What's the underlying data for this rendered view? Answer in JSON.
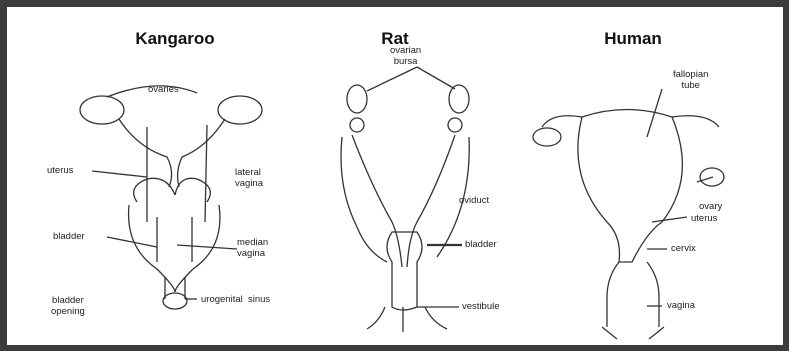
{
  "panels": {
    "kangaroo": {
      "title": "Kangaroo",
      "labels": {
        "ovaries": "ovaries",
        "uterus": "uterus",
        "lateral_vagina": "lateral\nvagina",
        "bladder": "bladder",
        "median_vagina": "median\nvagina",
        "bladder_opening": "bladder\nopening",
        "urogenital_sinus": "urogenital  sinus"
      }
    },
    "rat": {
      "title": "Rat",
      "labels": {
        "ovarian_bursa": "ovarian\nbursa",
        "oviduct": "oviduct",
        "bladder": "bladder",
        "vestibule": "vestibule"
      }
    },
    "human": {
      "title": "Human",
      "labels": {
        "fallopian_tube": "fallopian\ntube",
        "ovary": "ovary",
        "uterus": "uterus",
        "cervix": "cervix",
        "vagina": "vagina"
      }
    }
  }
}
